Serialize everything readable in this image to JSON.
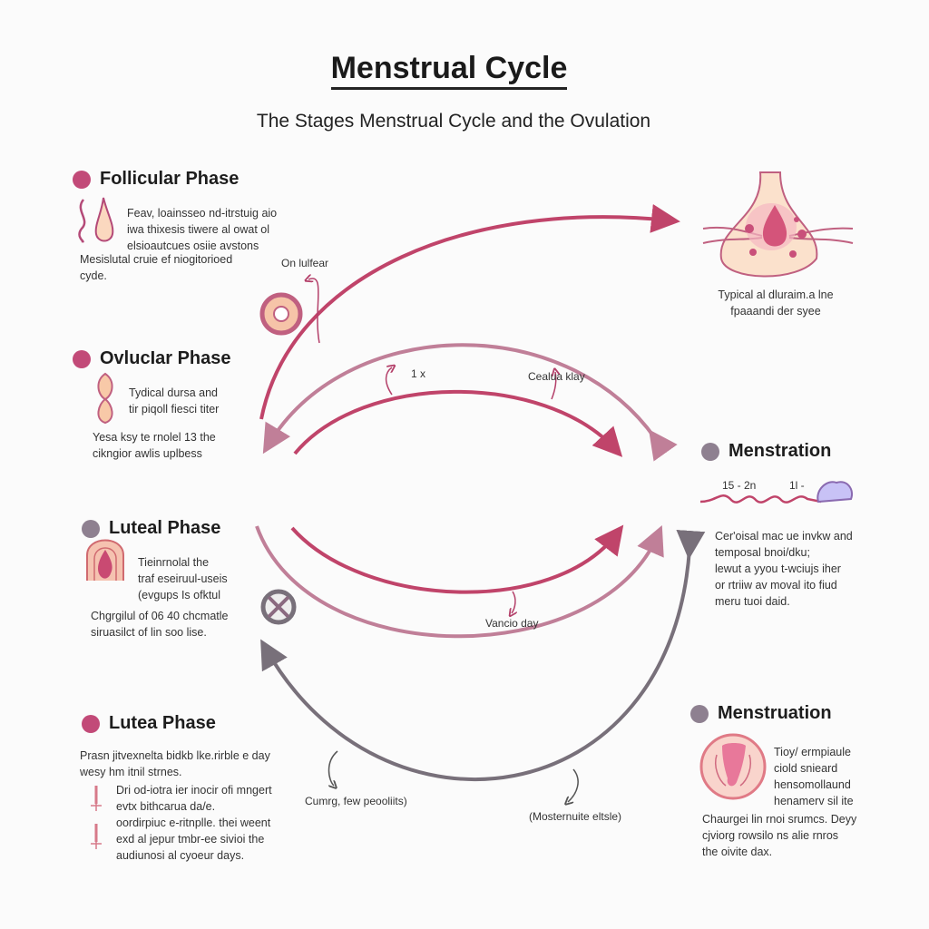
{
  "title": "Menstrual Cycle",
  "subtitle": "The Stages Menstrual Cycle and the Ovulation",
  "colors": {
    "crimson": "#c0446a",
    "mauve": "#c07f98",
    "gray": "#78707a",
    "dot_pink": "#c24a78",
    "dot_gray": "#8e8090"
  },
  "sections": {
    "follicular": {
      "heading": "Follicular Phase",
      "text1": [
        "Feav, loainsseo nd-itrstuig aio",
        "iwa thixesis tiwere al owat ol",
        "elsioautcues osiie avstons"
      ],
      "text2": [
        "Mesislutal cruie ef niogitorioed",
        "cyde."
      ]
    },
    "ovulular": {
      "heading": "OvlucIar Phase",
      "text1": [
        "Tydical dursa and",
        "tir piqoll fiesci titer"
      ],
      "text2": [
        "Yesa ksy te rnolel 13 the",
        "cikngior awlis uplbess"
      ]
    },
    "luteal": {
      "heading": "Luteal Phase",
      "text1": [
        "Tieinrnolal the",
        "traf eseiruul-useis",
        "(evgups Is ofktul"
      ],
      "text2": [
        "Chgrgilul of  06 40 chcmatle",
        "siruasilct of lin soo lise."
      ]
    },
    "lutea": {
      "heading": "Lutea Phase",
      "text1": [
        "Prasn jitvexnelta bidkb lke.rirble e day",
        "wesy hm itnil strnes."
      ],
      "text2": [
        "Dri od-iotra ier inocir ofi mngert",
        "evtx bithcarua da/e.",
        "oordirpiuc e-ritnplle. thei weent",
        "exd al jepur tmbr-ee sivioi the",
        "audiunosi al cyoeur days."
      ]
    },
    "menstration_top": {
      "heading": "Menstration",
      "wave_labels": [
        "15 - 2n",
        "1l -"
      ],
      "text": [
        "Cer'oisal mac ue invkw and",
        "temposal bnoi/dku;",
        "lewut a yyou t-wciujs iher",
        "or rtriiw av moval ito fiud",
        "meru tuoi daid."
      ]
    },
    "menstruation_bottom": {
      "heading": "Menstruation",
      "text1": [
        "Tioy/ ermpiaule",
        "ciold snieard",
        "hensomollaund",
        "henamerv sil ite"
      ],
      "text2": [
        "Chaurgei lin rnoi srumcs. Deyy",
        "cjviorg rowsilo ns alie rnros",
        "the oivite dax."
      ]
    }
  },
  "uterus_caption": [
    "Typical al dluraim.a lne",
    "fpaaandi der syee"
  ],
  "arc_labels": {
    "onfulfear": "On lulfear",
    "one_x": "1 x",
    "ceatua_klay": "Cealua klay",
    "vancio_day": "Vancio day",
    "cumrg": "Cumrg, few peooliits)",
    "mosternite": "(Mosternuite eltsle)"
  }
}
